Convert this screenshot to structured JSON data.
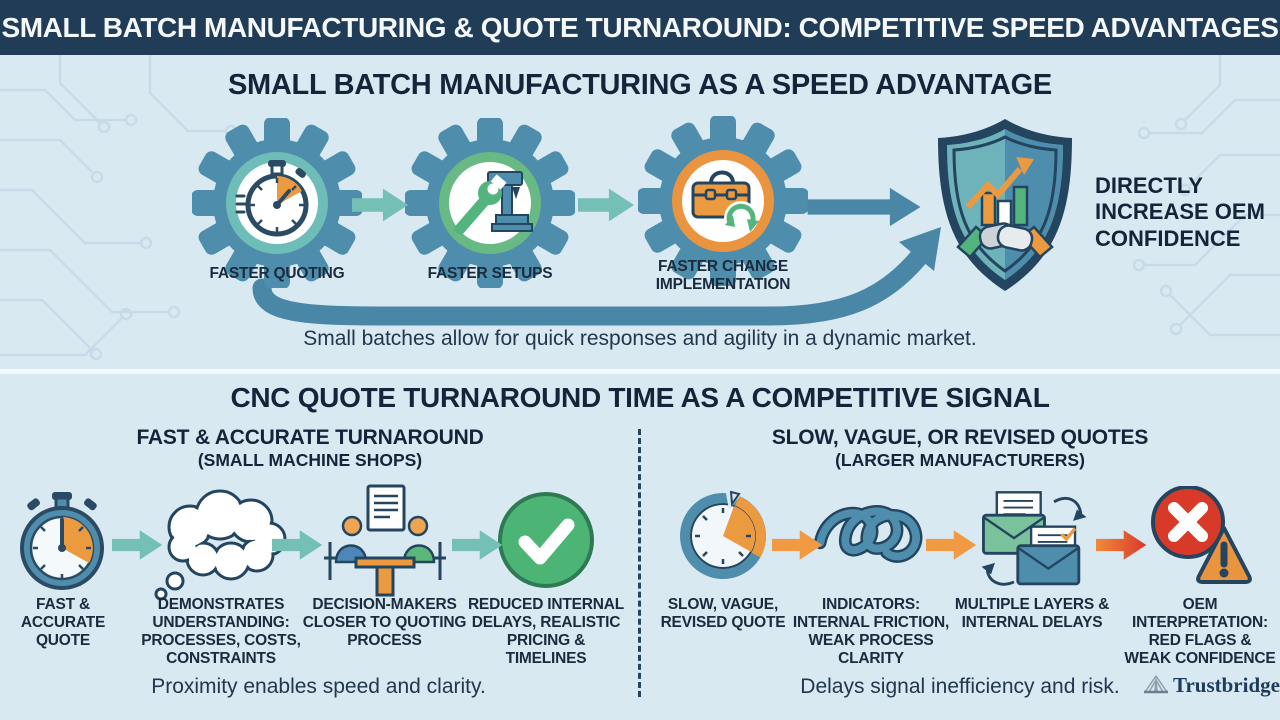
{
  "colors": {
    "navy": "#203c56",
    "light_blue_bg": "#d9e9f2",
    "steel_blue": "#4f8dad",
    "teal": "#74bfb6",
    "green": "#53b57d",
    "orange": "#ec9a3f",
    "red": "#d83a2a",
    "text_dark": "#17283a"
  },
  "header": {
    "title": "SMALL BATCH MANUFACTURING & QUOTE TURNAROUND: COMPETITIVE SPEED ADVANTAGES"
  },
  "top_section": {
    "title": "SMALL BATCH MANUFACTURING AS A SPEED ADVANTAGE",
    "steps": [
      {
        "label": "FASTER QUOTING",
        "icon": "stopwatch-gear-icon"
      },
      {
        "label": "FASTER SETUPS",
        "icon": "machine-tools-gear-icon"
      },
      {
        "label": "FASTER CHANGE IMPLEMENTATION",
        "icon": "toolbox-refresh-gear-icon"
      }
    ],
    "outcome": {
      "label": "DIRECTLY INCREASE OEM CONFIDENCE",
      "icon": "shield-handshake-icon"
    },
    "caption": "Small batches allow for quick responses and agility in a dynamic market."
  },
  "bottom_section": {
    "title": "CNC QUOTE TURNAROUND TIME AS A COMPETITIVE SIGNAL",
    "left": {
      "heading": "FAST & ACCURATE TURNAROUND",
      "subheading": "(SMALL MACHINE SHOPS)",
      "steps": [
        {
          "label": "FAST & ACCURATE QUOTE",
          "icon": "stopwatch-icon"
        },
        {
          "label": "DEMONSTRATES UNDERSTANDING: PROCESSES, COSTS, CONSTRAINTS",
          "icon": "thought-cloud-icon"
        },
        {
          "label": "DECISION-MAKERS CLOSER TO QUOTING PROCESS",
          "icon": "meeting-table-icon"
        },
        {
          "label": "REDUCED INTERNAL DELAYS, REALISTIC PRICING & TIMELINES",
          "icon": "check-circle-icon"
        }
      ],
      "caption": "Proximity enables speed and clarity."
    },
    "right": {
      "heading": "SLOW, VAGUE, OR REVISED QUOTES",
      "subheading": "(LARGER MANUFACTURERS)",
      "steps": [
        {
          "label": "SLOW, VAGUE, REVISED QUOTE",
          "icon": "broken-clock-icon"
        },
        {
          "label": "INDICATORS: INTERNAL FRICTION, WEAK PROCESS CLARITY",
          "icon": "tangled-knot-icon"
        },
        {
          "label": "MULTIPLE LAYERS & INTERNAL DELAYS",
          "icon": "envelopes-cycle-icon"
        },
        {
          "label": "OEM INTERPRETATION: RED FLAGS & WEAK CONFIDENCE",
          "icon": "error-warning-icon"
        }
      ],
      "caption": "Delays signal inefficiency and risk."
    }
  },
  "footer": {
    "brand": "Trustbridge"
  }
}
